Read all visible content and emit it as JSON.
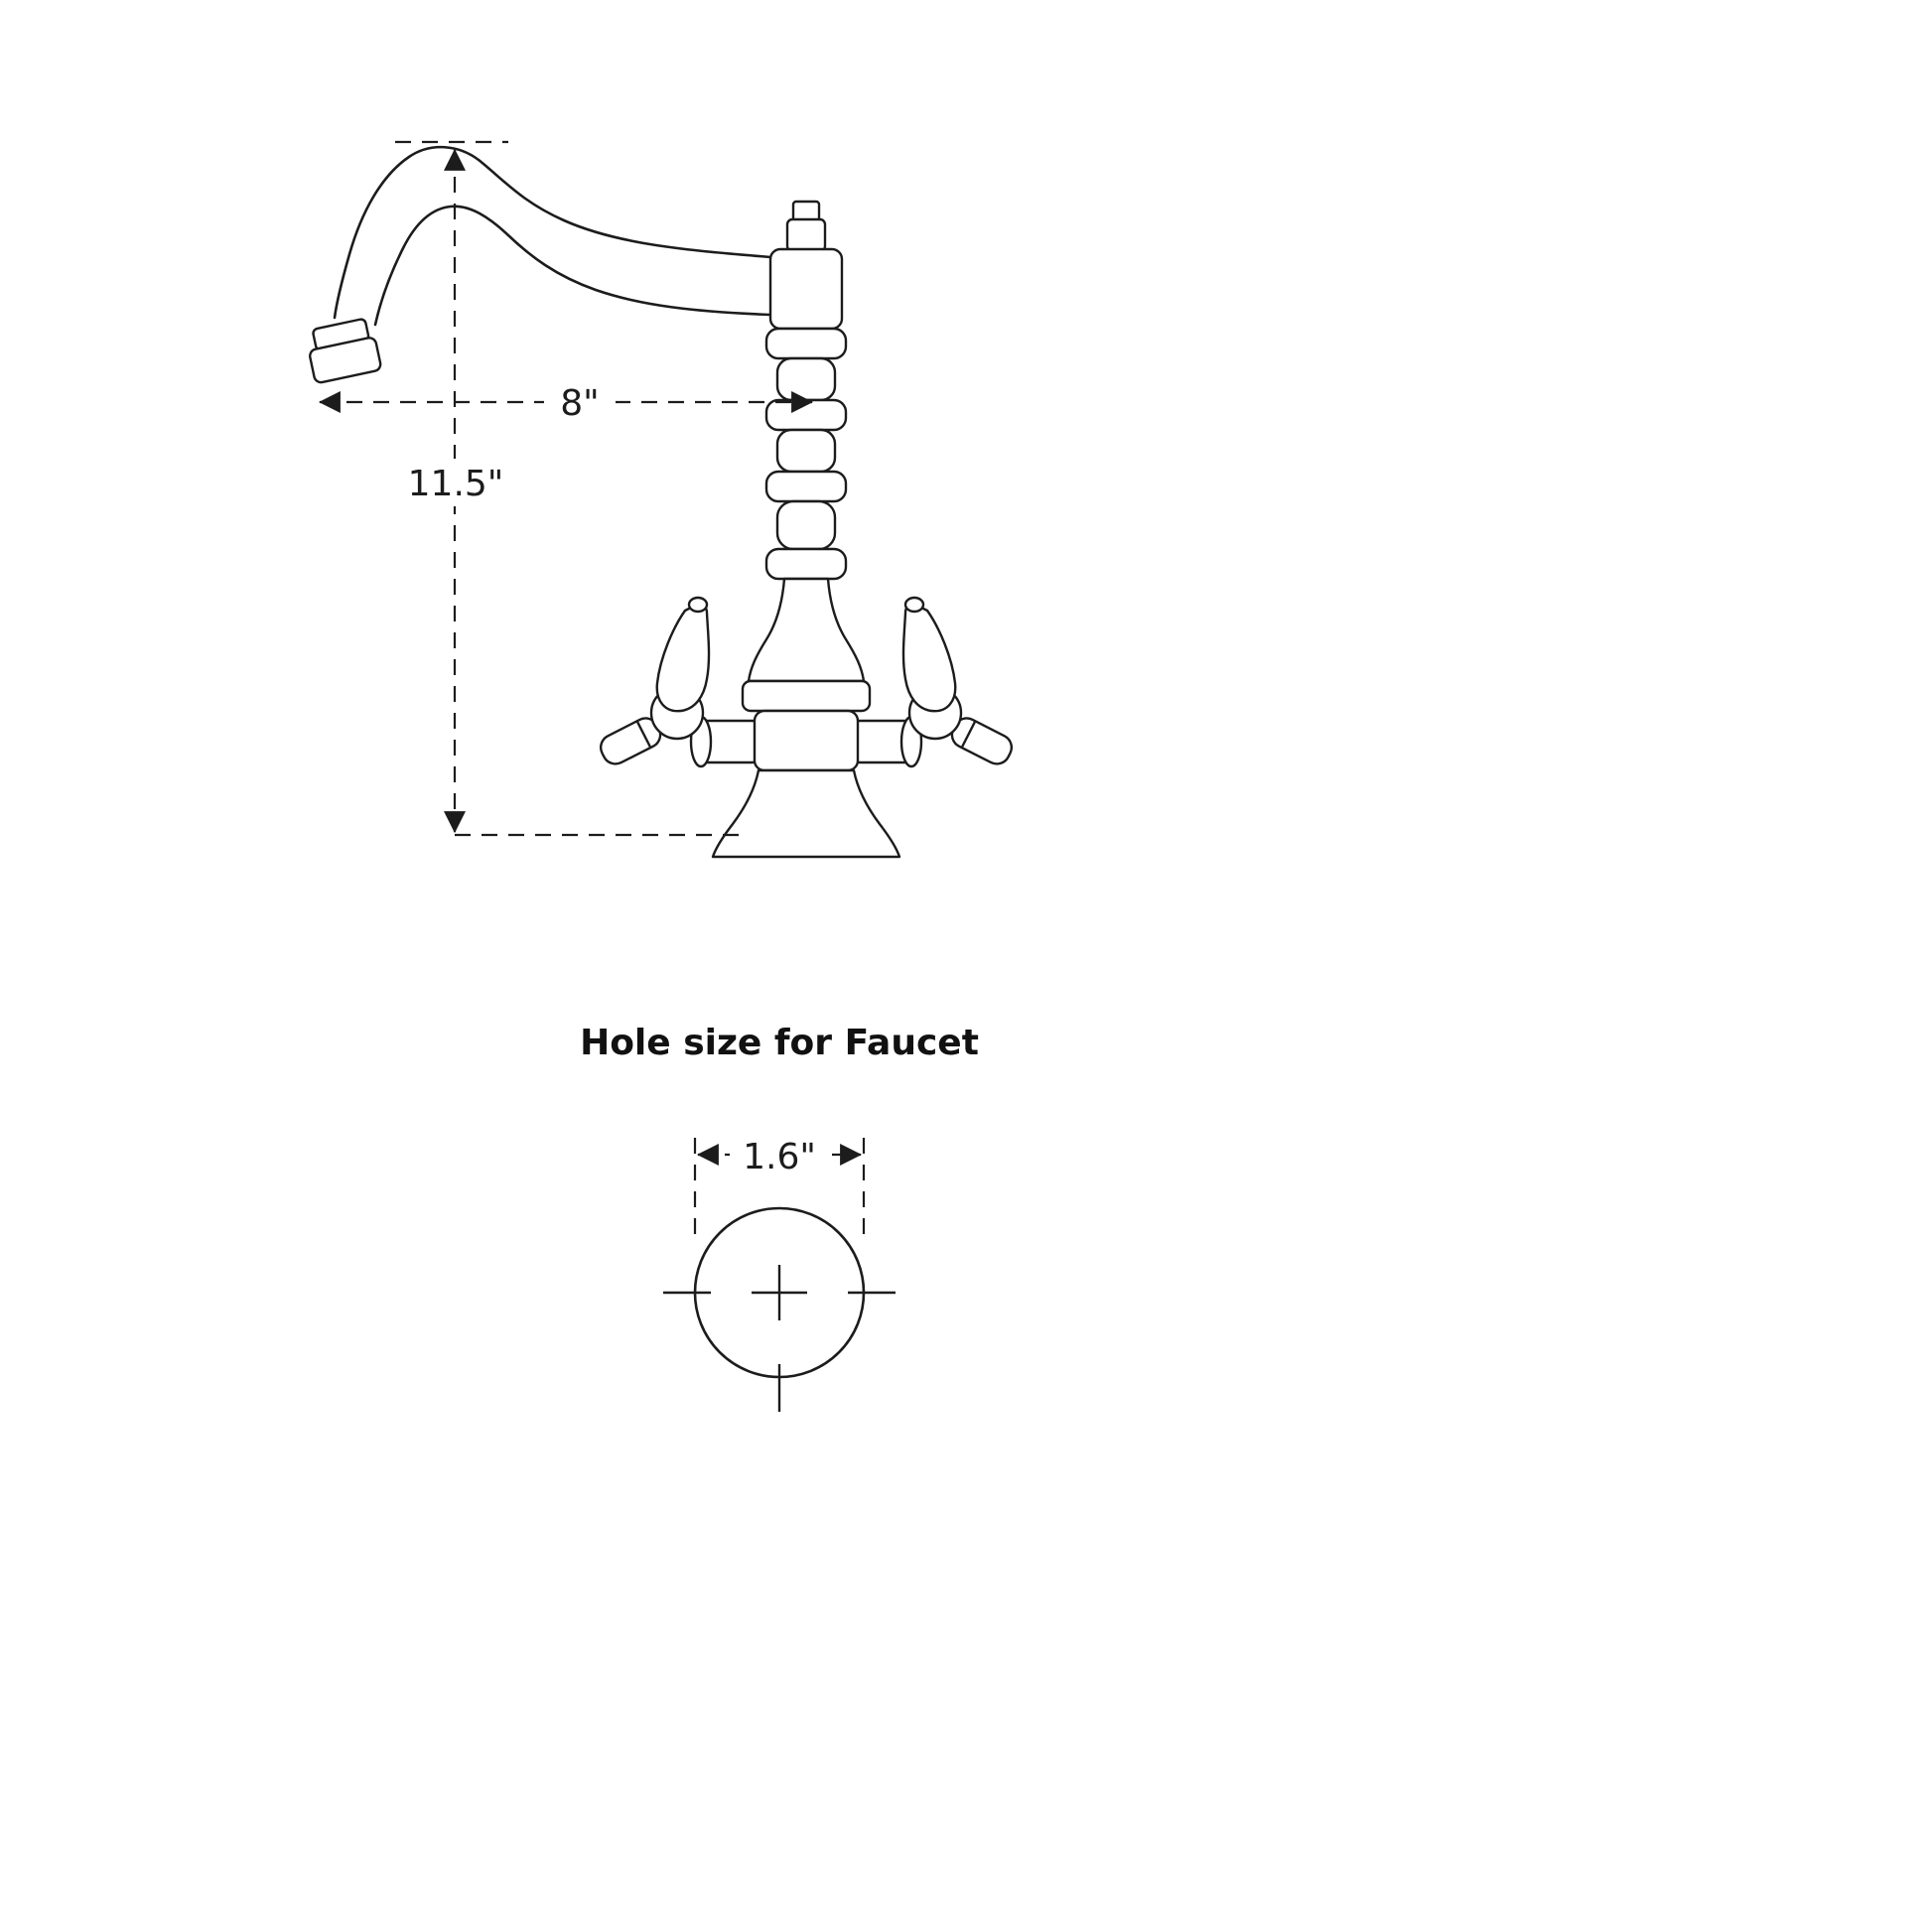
{
  "page": {
    "background": "#ffffff"
  },
  "style": {
    "line_color": "#1c1c1c",
    "text_color": "#1c1c1c"
  },
  "faucet_diagram": {
    "height_label": "11.5\"",
    "spout_reach_label": "8\""
  },
  "hole_diagram": {
    "title": "Hole size for Faucet",
    "diameter_label": "1.6\""
  }
}
